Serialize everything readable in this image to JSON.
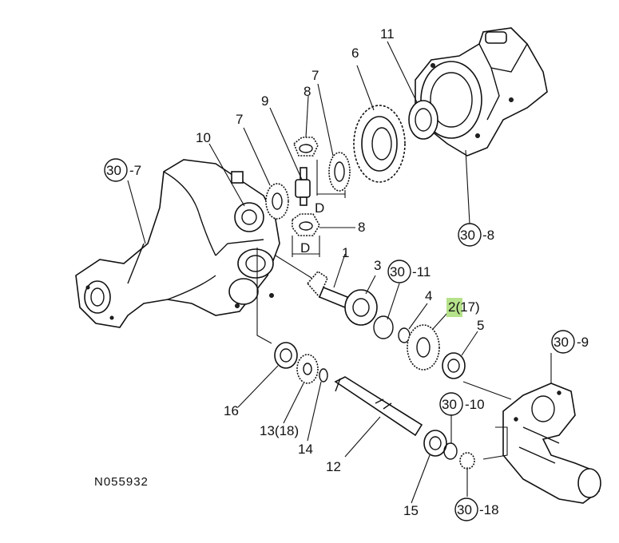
{
  "callouts": {
    "c1": "1",
    "c2": "2(17)",
    "c3": "3",
    "c4": "4",
    "c5": "5",
    "c6": "6",
    "c7a": "7",
    "c7b": "7",
    "c8a": "8",
    "c8b": "8",
    "c9": "9",
    "c10": "10",
    "c11": "11",
    "c12": "12",
    "c13": "13(18)",
    "c14": "14",
    "c15": "15",
    "c16": "16"
  },
  "refs": {
    "r307": {
      "num": "30",
      "suffix": "-7"
    },
    "r308": {
      "num": "30",
      "suffix": "-8"
    },
    "r309": {
      "num": "30",
      "suffix": "-9"
    },
    "r3010": {
      "num": "30",
      "suffix": "-10"
    },
    "r3011": {
      "num": "30",
      "suffix": "-11"
    },
    "r3018": {
      "num": "30",
      "suffix": "-18"
    }
  },
  "dims": {
    "d1": "D",
    "d2": "D"
  },
  "figure_code": "N055932",
  "colors": {
    "highlight": "#b5e28a",
    "ink": "#111111"
  }
}
